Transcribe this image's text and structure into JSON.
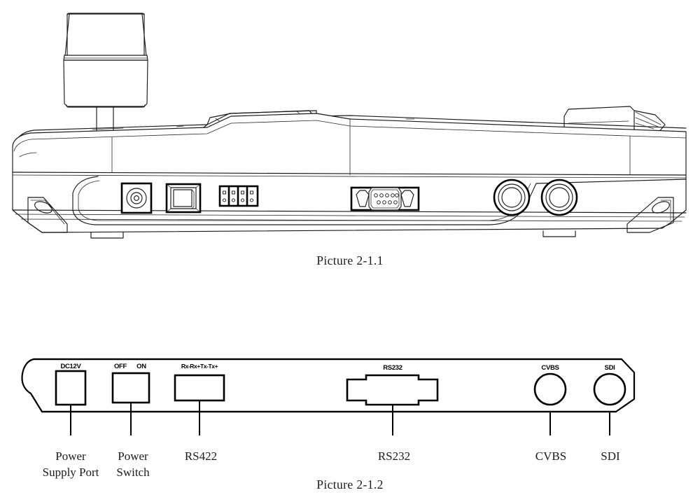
{
  "document": {
    "kind": "technical-line-drawing",
    "subject": "Keyboard controller rear panel views"
  },
  "figures": [
    {
      "id": "fig-2-1-1",
      "caption": "Picture 2-1.1",
      "view": "rear perspective line drawing",
      "components": [
        {
          "name": "joystick",
          "label": ""
        },
        {
          "name": "dc-power-jack",
          "label": ""
        },
        {
          "name": "rocker-power-switch",
          "label": ""
        },
        {
          "name": "rs422-terminal-block",
          "label": ""
        },
        {
          "name": "db9-rs232-connector",
          "label": ""
        },
        {
          "name": "bnc-cvbs-jack",
          "label": ""
        },
        {
          "name": "bnc-sdi-jack",
          "label": ""
        }
      ]
    },
    {
      "id": "fig-2-1-2",
      "caption": "Picture 2-1.2",
      "view": "flat rear panel schematic with callouts",
      "silkscreen": [
        {
          "name": "dc-power-silk",
          "text": "DC12V"
        },
        {
          "name": "switch-off-silk",
          "text": "OFF"
        },
        {
          "name": "switch-on-silk",
          "text": "ON"
        },
        {
          "name": "rs422-pinout-silk",
          "text": "Rx-Rx+Tx-Tx+"
        },
        {
          "name": "rs232-silk",
          "text": "RS232"
        },
        {
          "name": "cvbs-silk",
          "text": "CVBS"
        },
        {
          "name": "sdi-silk",
          "text": "SDI"
        }
      ],
      "callouts": [
        {
          "name": "callout-power-supply-port",
          "line1": "Power",
          "line2": "Supply Port"
        },
        {
          "name": "callout-power-switch",
          "line1": "Power",
          "line2": "Switch"
        },
        {
          "name": "callout-rs422",
          "line1": "RS422",
          "line2": ""
        },
        {
          "name": "callout-rs232",
          "line1": "RS232",
          "line2": ""
        },
        {
          "name": "callout-cvbs",
          "line1": "CVBS",
          "line2": ""
        },
        {
          "name": "callout-sdi",
          "line1": "SDI",
          "line2": ""
        }
      ]
    }
  ],
  "colors": {
    "line": "#1a1a1a",
    "heavy_line": "#000000",
    "background": "#ffffff",
    "text": "#1b1b1b"
  }
}
